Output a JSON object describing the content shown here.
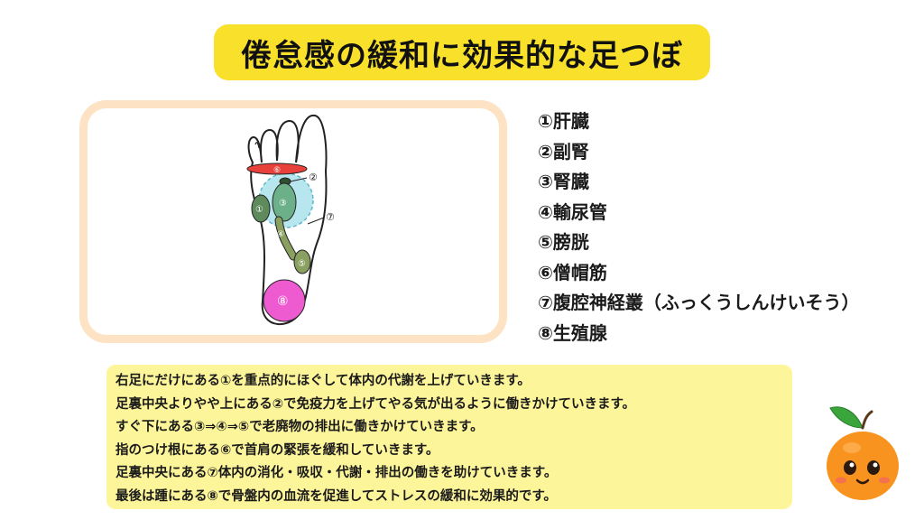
{
  "title": "倦怠感の緩和に効果的な足つぼ",
  "points": [
    {
      "num": "①",
      "label": "①肝臓",
      "color": "#5e8a5c"
    },
    {
      "num": "②",
      "label": "②副腎",
      "color": "#3a5d3a"
    },
    {
      "num": "③",
      "label": "③腎臓",
      "color": "#6cb08a"
    },
    {
      "num": "④",
      "label": "④輸尿管",
      "color": "#8aa060"
    },
    {
      "num": "⑤",
      "label": "⑤膀胱",
      "color": "#8aa060"
    },
    {
      "num": "⑥",
      "label": "⑥僧帽筋",
      "color": "#e8413c"
    },
    {
      "num": "⑦",
      "label": "⑦腹腔神経叢（ふっくうしんけいそう）",
      "color": "#7ad0e0"
    },
    {
      "num": "⑧",
      "label": "⑧生殖腺",
      "color": "#ee5ad0"
    }
  ],
  "description": [
    "右足にだけにある①を重点的にほぐして体内の代謝を上げていきます。",
    "足裏中央よりやや上にある②で免疫力を上げてやる気が出るように働きかけていきます。",
    "すぐ下にある③⇒④⇒⑤で老廃物の排出に働きかけていきます。",
    "指のつけ根にある⑥で首肩の緊張を緩和していきます。",
    "足裏中央にある⑦体内の消化・吸収・代謝・排出の働きを助けていきます。",
    "最後は踵にある⑧で骨盤内の血流を促進してストレスの緩和に効果的です。"
  ],
  "colors": {
    "title_bg": "#f9e12b",
    "panel_border": "#fde2c3",
    "desc_bg": "#fdf59a",
    "mascot_orange": "#f7931e",
    "mascot_leaf": "#3aa53a"
  }
}
